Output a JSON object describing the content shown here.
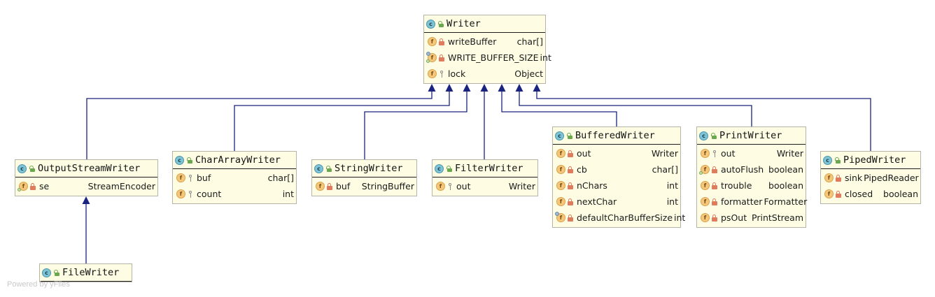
{
  "colors": {
    "edge": "#1a237e",
    "box_bg": "#fefde4",
    "box_border": "#b4b4a8"
  },
  "classes": [
    {
      "id": "writer",
      "name": "Writer",
      "fields": [
        {
          "name": "writeBuffer",
          "type": "char[]",
          "visibility": "private",
          "icon": "field-icon"
        },
        {
          "name": "WRITE_BUFFER_SIZE",
          "type": "int",
          "visibility": "private",
          "icon": "static-final-field-icon"
        },
        {
          "name": "lock",
          "type": "Object",
          "visibility": "protected",
          "icon": "field-icon"
        }
      ]
    },
    {
      "id": "outputstreamwriter",
      "name": "OutputStreamWriter",
      "fields": [
        {
          "name": "se",
          "type": "StreamEncoder",
          "visibility": "private",
          "icon": "final-field-icon"
        }
      ]
    },
    {
      "id": "chararraywriter",
      "name": "CharArrayWriter",
      "fields": [
        {
          "name": "buf",
          "type": "char[]",
          "visibility": "protected",
          "icon": "field-icon"
        },
        {
          "name": "count",
          "type": "int",
          "visibility": "protected",
          "icon": "field-icon"
        }
      ]
    },
    {
      "id": "stringwriter",
      "name": "StringWriter",
      "fields": [
        {
          "name": "buf",
          "type": "StringBuffer",
          "visibility": "private",
          "icon": "field-icon"
        }
      ]
    },
    {
      "id": "filterwriter",
      "name": "FilterWriter",
      "fields": [
        {
          "name": "out",
          "type": "Writer",
          "visibility": "protected",
          "icon": "field-icon"
        }
      ]
    },
    {
      "id": "bufferedwriter",
      "name": "BufferedWriter",
      "fields": [
        {
          "name": "out",
          "type": "Writer",
          "visibility": "private",
          "icon": "field-icon"
        },
        {
          "name": "cb",
          "type": "char[]",
          "visibility": "private",
          "icon": "field-icon"
        },
        {
          "name": "nChars",
          "type": "int",
          "visibility": "private",
          "icon": "field-icon"
        },
        {
          "name": "nextChar",
          "type": "int",
          "visibility": "private",
          "icon": "field-icon"
        },
        {
          "name": "defaultCharBufferSize",
          "type": "int",
          "visibility": "private",
          "icon": "static-field-icon"
        }
      ]
    },
    {
      "id": "printwriter",
      "name": "PrintWriter",
      "fields": [
        {
          "name": "out",
          "type": "Writer",
          "visibility": "protected",
          "icon": "field-icon"
        },
        {
          "name": "autoFlush",
          "type": "boolean",
          "visibility": "private",
          "icon": "final-field-icon"
        },
        {
          "name": "trouble",
          "type": "boolean",
          "visibility": "private",
          "icon": "field-icon"
        },
        {
          "name": "formatter",
          "type": "Formatter",
          "visibility": "private",
          "icon": "field-icon"
        },
        {
          "name": "psOut",
          "type": "PrintStream",
          "visibility": "private",
          "icon": "field-icon"
        }
      ]
    },
    {
      "id": "pipedwriter",
      "name": "PipedWriter",
      "fields": [
        {
          "name": "sink",
          "type": "PipedReader",
          "visibility": "private",
          "icon": "field-icon"
        },
        {
          "name": "closed",
          "type": "boolean",
          "visibility": "private",
          "icon": "field-icon"
        }
      ]
    },
    {
      "id": "filewriter",
      "name": "FileWriter",
      "fields": []
    }
  ],
  "inheritance": [
    {
      "child": "outputstreamwriter",
      "parent": "writer"
    },
    {
      "child": "chararraywriter",
      "parent": "writer"
    },
    {
      "child": "stringwriter",
      "parent": "writer"
    },
    {
      "child": "filterwriter",
      "parent": "writer"
    },
    {
      "child": "bufferedwriter",
      "parent": "writer"
    },
    {
      "child": "printwriter",
      "parent": "writer"
    },
    {
      "child": "pipedwriter",
      "parent": "writer"
    },
    {
      "child": "filewriter",
      "parent": "outputstreamwriter"
    }
  ],
  "watermark": "Powered by yFiles"
}
